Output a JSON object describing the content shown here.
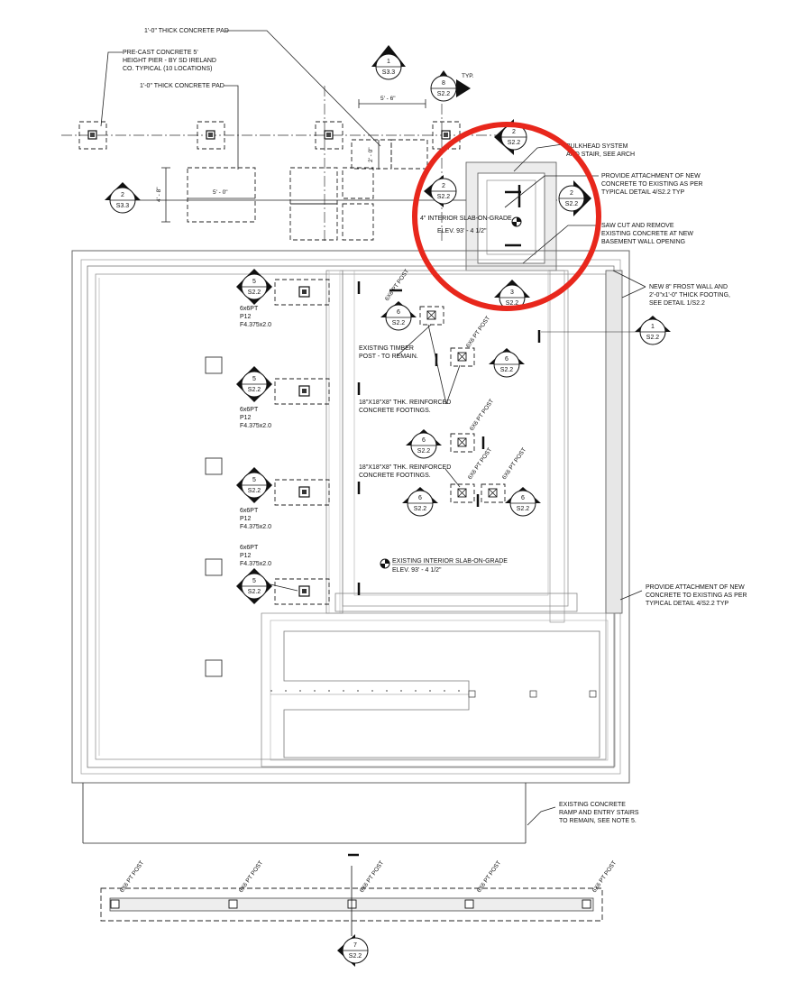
{
  "notes": {
    "pad_top": "1'-0\" THICK CONCRETE PAD",
    "pier_1": "PRE-CAST CONCRETE 5'",
    "pier_2": "HEIGHT PIER - BY SD IRELAND",
    "pier_3": "CO. TYPICAL (10 LOCATIONS)",
    "pad_mid": "1'-0\" THICK CONCRETE PAD",
    "typ": "TYP.",
    "bulkhead_1": "BULKHEAD SYSTEM",
    "bulkhead_2": "AND STAIR, SEE ARCH",
    "attach_1": "PROVIDE ATTACHMENT OF NEW",
    "attach_2": "CONCRETE TO EXISTING AS PER",
    "attach_3": "TYPICAL DETAIL 4/S2.2 TYP",
    "slab_new_1": "4\" INTERIOR SLAB-ON-GRADE",
    "slab_new_2": "ELEV. 93' - 4 1/2\"",
    "sawcut_1": "SAW CUT AND REMOVE",
    "sawcut_2": "EXISTING CONCRETE AT NEW",
    "sawcut_3": "BASEMENT WALL OPENING",
    "frost_1": "NEW 8\" FROST WALL AND",
    "frost_2": "2'-0\"x1'-0\" THICK FOOTING,",
    "frost_3": "SEE DETAIL 1/S2.2",
    "timber_1": "EXISTING TIMBER",
    "timber_2": "POST - TO REMAIN.",
    "footing_a1": "18\"X18\"X8\" THK. REINFORCED",
    "footing_a2": "CONCRETE FOOTINGS.",
    "footing_b1": "18\"X18\"X8\" THK. REINFORCED",
    "footing_b2": "CONCRETE FOOTINGS.",
    "slab_exist_1": "EXISTING INTERIOR SLAB-ON-GRADE",
    "slab_exist_2": "ELEV. 93' - 4 1/2\"",
    "attach_b1": "PROVIDE ATTACHMENT OF NEW",
    "attach_b2": "CONCRETE TO EXISTING AS PER",
    "attach_b3": "TYPICAL DETAIL 4/S2.2 TYP",
    "ramp_1": "EXISTING CONCRETE",
    "ramp_2": "RAMP AND ENTRY STAIRS",
    "ramp_3": "TO REMAIN, SEE NOTE 5."
  },
  "dims": {
    "d1": "5' - 6\"",
    "d2": "2' - 0\"",
    "d3": "5' - 0\"",
    "d4": "4' - 8\""
  },
  "post_label": "6X6 PT POST",
  "pier": {
    "line1": "6x6PT",
    "line2": "P12",
    "line3": "F4.375x2.0"
  },
  "markers": {
    "m1": {
      "num": "1",
      "sheet": "S3.3"
    },
    "m8": {
      "num": "8",
      "sheet": "S2.2"
    },
    "m2a": {
      "num": "2",
      "sheet": "S2.2"
    },
    "m2left": {
      "num": "2",
      "sheet": "S3.3"
    },
    "m2mid": {
      "num": "2",
      "sheet": "S2.2"
    },
    "m2right": {
      "num": "2",
      "sheet": "S2.2"
    },
    "m3": {
      "num": "3",
      "sheet": "S2.2"
    },
    "m1right": {
      "num": "1",
      "sheet": "S2.2"
    },
    "m5": {
      "num": "5",
      "sheet": "S2.2"
    },
    "m6": {
      "num": "6",
      "sheet": "S2.2"
    },
    "m7": {
      "num": "7",
      "sheet": "S2.2"
    }
  },
  "colors": {
    "highlight_circle": "#e8271c",
    "line": "#222222",
    "concrete": "#dcdcdc"
  }
}
